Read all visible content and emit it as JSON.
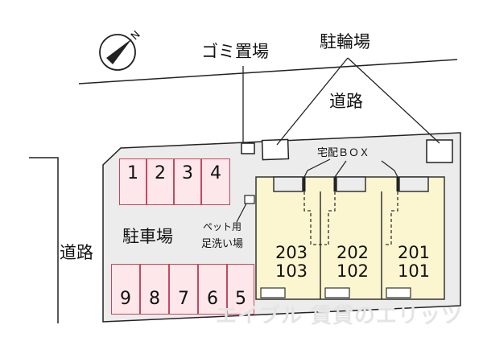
{
  "labels": {
    "north_mark": "N",
    "garbage": "ゴミ置場",
    "bicycle_parking": "駐輪場",
    "road_top": "道路",
    "road_left": "道路",
    "parking": "駐車場",
    "pet_wash_line1": "ペット用",
    "pet_wash_line2": "足洗い場",
    "delivery_box": "宅配ＢＯＸ"
  },
  "parking_top": [
    "1",
    "2",
    "3",
    "4"
  ],
  "parking_bottom": [
    "9",
    "8",
    "7",
    "6",
    "5"
  ],
  "units": [
    {
      "upper": "203",
      "lower": "103"
    },
    {
      "upper": "202",
      "lower": "102"
    },
    {
      "upper": "201",
      "lower": "101"
    }
  ],
  "watermark": "エイブル 賃貸のエリッツ",
  "colors": {
    "building_fill": "#fbf6cf",
    "stall_fill": "#fde7ea",
    "stall_border": "#c9465a",
    "lot_fill": "#ececec"
  }
}
